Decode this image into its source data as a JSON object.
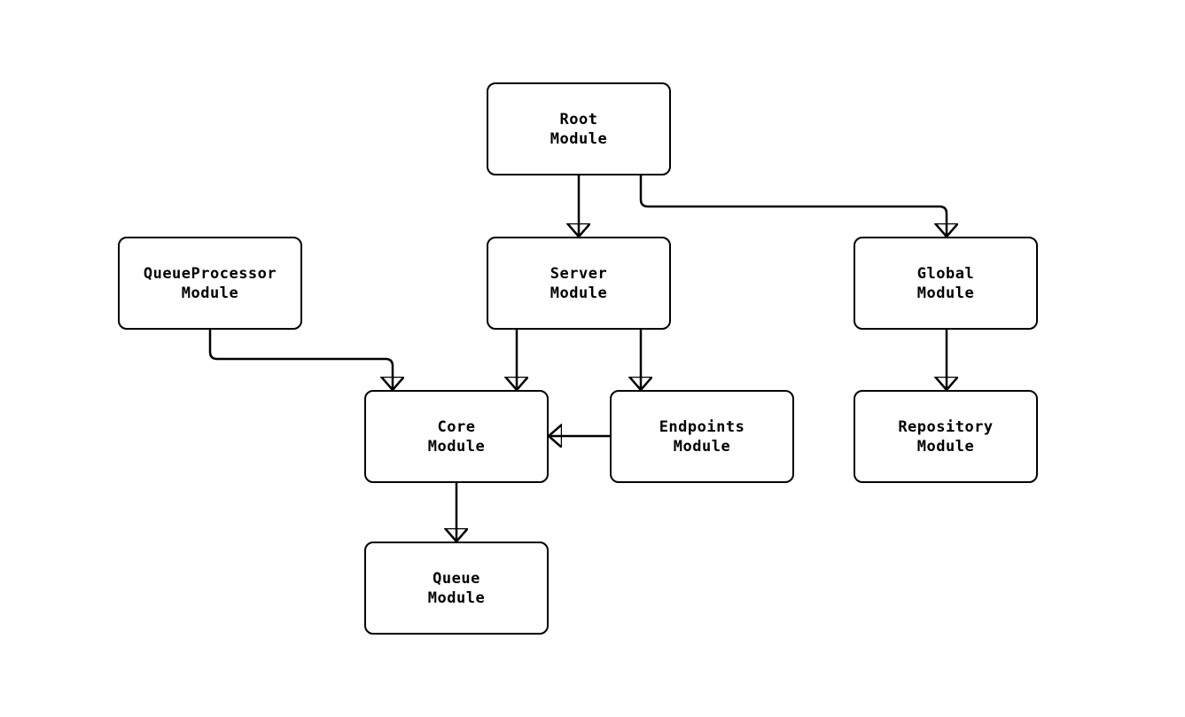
{
  "diagram": {
    "colors": {
      "background": "#ffffff",
      "node_fill": "#ffffff",
      "stroke": "#000000",
      "text": "#000000"
    },
    "nodes": [
      {
        "id": "root",
        "line1": "Root",
        "line2": "Module"
      },
      {
        "id": "queueprocessor",
        "line1": "QueueProcessor",
        "line2": "Module"
      },
      {
        "id": "server",
        "line1": "Server",
        "line2": "Module"
      },
      {
        "id": "global",
        "line1": "Global",
        "line2": "Module"
      },
      {
        "id": "core",
        "line1": "Core",
        "line2": "Module"
      },
      {
        "id": "endpoints",
        "line1": "Endpoints",
        "line2": "Module"
      },
      {
        "id": "repository",
        "line1": "Repository",
        "line2": "Module"
      },
      {
        "id": "queue",
        "line1": "Queue",
        "line2": "Module"
      }
    ],
    "edges": [
      {
        "from": "Root Module",
        "to": "Server Module"
      },
      {
        "from": "Root Module",
        "to": "Global Module"
      },
      {
        "from": "QueueProcessor Module",
        "to": "Core Module"
      },
      {
        "from": "Server Module",
        "to": "Core Module"
      },
      {
        "from": "Server Module",
        "to": "Endpoints Module"
      },
      {
        "from": "Global Module",
        "to": "Repository Module"
      },
      {
        "from": "Endpoints Module",
        "to": "Core Module"
      },
      {
        "from": "Core Module",
        "to": "Queue Module"
      }
    ]
  }
}
